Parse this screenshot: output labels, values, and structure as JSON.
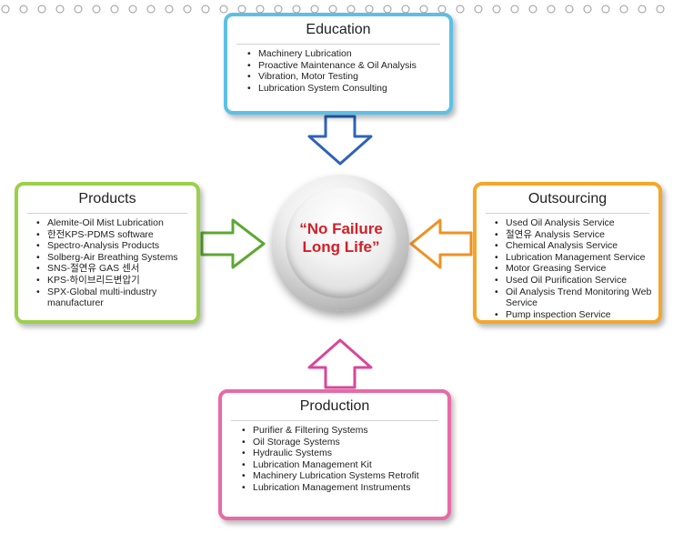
{
  "center": {
    "line1": "“No Failure",
    "line2": "Long Life”",
    "text_color": "#d31f26"
  },
  "education": {
    "title": "Education",
    "color": "#5cc0e6",
    "items": [
      "Machinery Lubrication",
      "Proactive Maintenance & Oil Analysis",
      "Vibration, Motor Testing",
      "Lubrication System Consulting"
    ]
  },
  "products": {
    "title": "Products",
    "color": "#9cd04a",
    "items": [
      "Alemite-Oil Mist Lubrication",
      "한전KPS-PDMS software",
      "Spectro-Analysis Products",
      "Solberg-Air Breathing Systems",
      "SNS-절연유 GAS 센서",
      "KPS-하이브리드변압기",
      "SPX-Global multi-industry manufacturer"
    ]
  },
  "outsourcing": {
    "title": "Outsourcing",
    "color": "#f3a72a",
    "items": [
      "Used Oil Analysis Service",
      "절연유 Analysis Service",
      "Chemical Analysis Service",
      "Lubrication Management Service",
      "Motor Greasing Service",
      "Used Oil Purification Service",
      "Oil Analysis Trend Monitoring Web Service",
      "Pump inspection Service"
    ]
  },
  "production": {
    "title": "Production",
    "color": "#e86aa6",
    "items": [
      "Purifier & Filtering Systems",
      "Oil Storage Systems",
      "Hydraulic Systems",
      "Lubrication Management Kit",
      "Machinery Lubrication Systems Retrofit",
      "Lubrication Management Instruments"
    ]
  }
}
